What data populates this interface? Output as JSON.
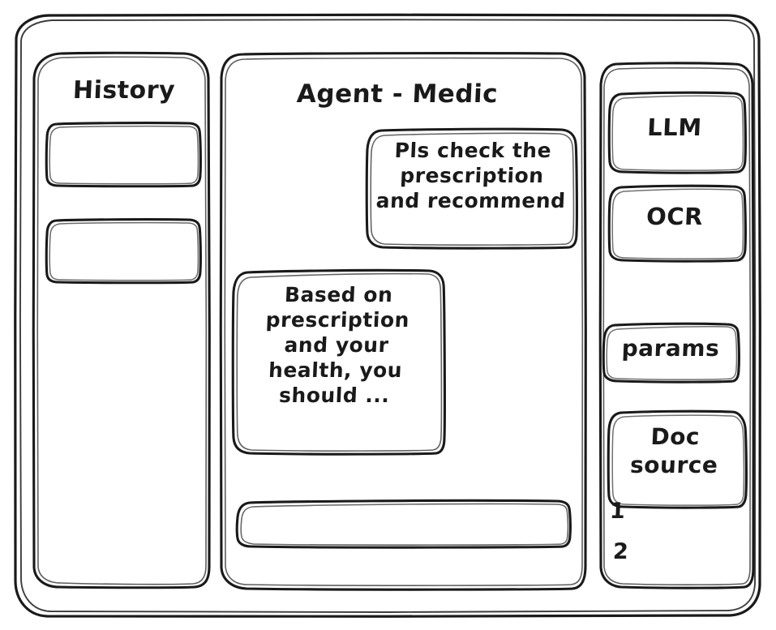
{
  "window": {
    "style": "hand-drawn-wireframe",
    "stroke_color": "#1a1a1a",
    "background_color": "#ffffff"
  },
  "sidebar_left": {
    "title": "History",
    "items": [
      {
        "label": "",
        "name": "history-item-1"
      },
      {
        "label": "",
        "name": "history-item-2"
      }
    ]
  },
  "main": {
    "title": "Agent - Medic",
    "messages": [
      {
        "role": "user",
        "text": "Pls check the\nprescription\nand recommend"
      },
      {
        "role": "assistant",
        "text": "Based on\nprescription\nand your\nhealth, you\nshould ..."
      }
    ],
    "composer": {
      "value": "",
      "placeholder": ""
    }
  },
  "sidebar_right": {
    "tools": [
      {
        "label": "LLM",
        "name": "tool-llm"
      },
      {
        "label": "OCR",
        "name": "tool-ocr"
      }
    ],
    "params": {
      "label": "params"
    },
    "doc_source": {
      "label": "Doc\nsource",
      "items": [
        {
          "label": "1"
        },
        {
          "label": "2"
        }
      ]
    }
  }
}
